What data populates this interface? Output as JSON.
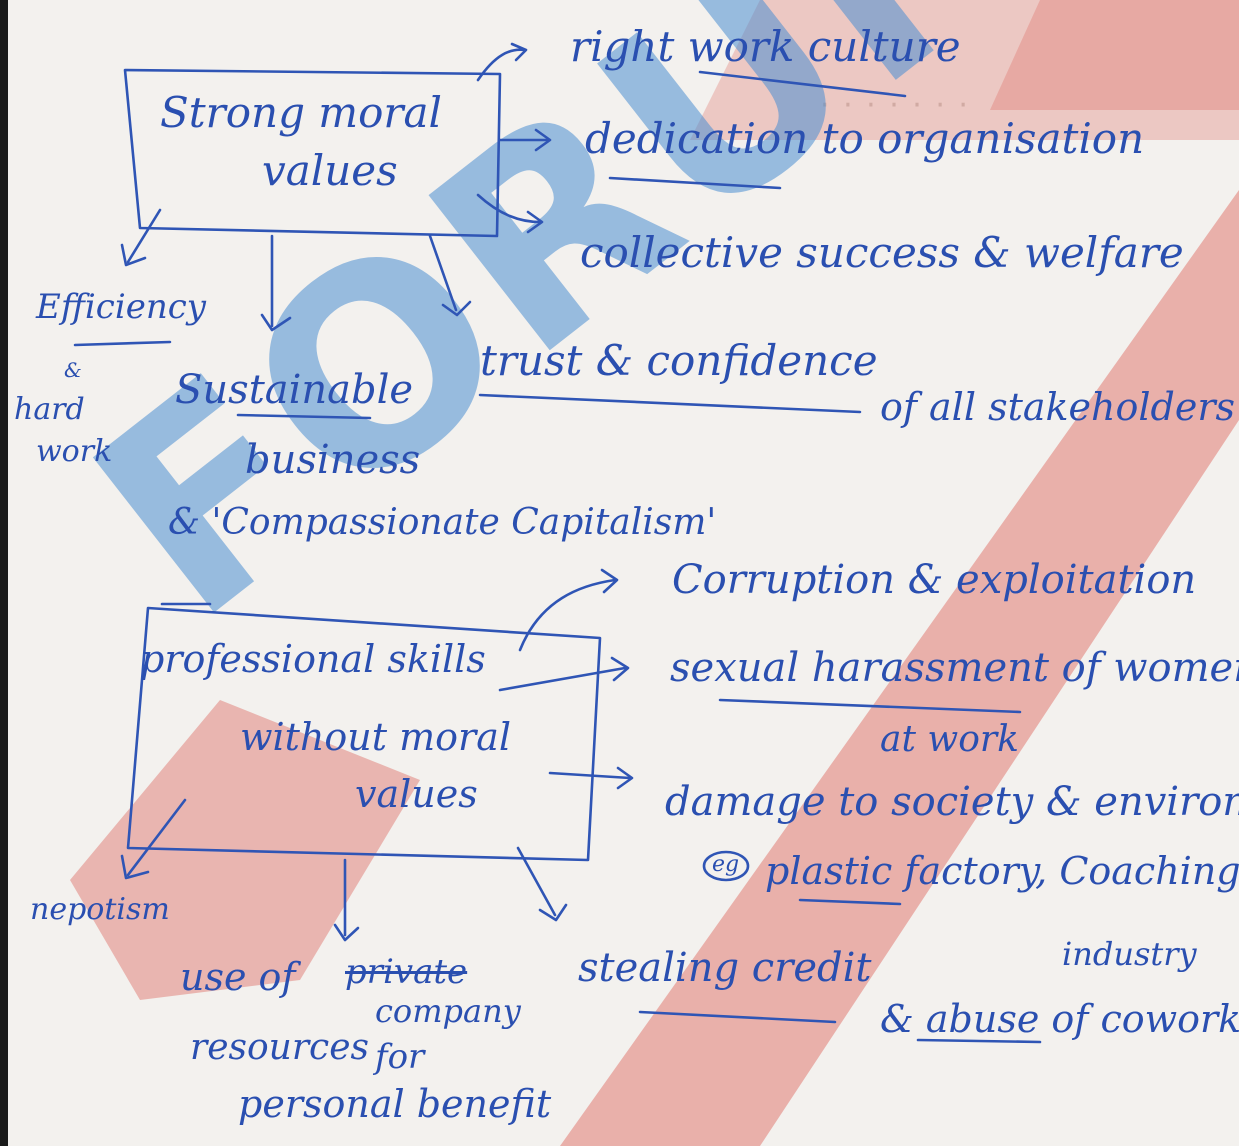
{
  "watermark": {
    "text": "FORUM IAS",
    "brand_red": "#e07a72",
    "brand_blue": "#4a8ed2"
  },
  "ink_color": "#2f55b5",
  "box1": {
    "line1": "Strong moral",
    "line2": "values"
  },
  "box1_right": [
    "right work culture",
    "dedication to organisation",
    "collective success & welfare"
  ],
  "box1_down": {
    "efficiency": "Efficiency",
    "amp": "&",
    "hard": "hard",
    "work": "work",
    "sustainable": "Sustainable",
    "business": "business",
    "compassionate": "& 'Compassionate Capitalism'",
    "trust": "trust & confidence",
    "trust_tail": "of all stakeholders"
  },
  "box2": {
    "line1": "professional skills",
    "line2": "without moral",
    "line3": "values"
  },
  "box2_right": {
    "corruption": "Corruption & exploitation",
    "harassment": "sexual harassment of women",
    "harassment2": "at work",
    "damage": "damage to society & environment",
    "eg": "eg",
    "example": "plastic factory, Coaching",
    "example2": "industry"
  },
  "box2_down": {
    "nepotism": "nepotism",
    "use_of": "use of",
    "struck": "private",
    "company": "company",
    "resources": "resources",
    "for": "for",
    "personal": "personal benefit",
    "stealing": "stealing credit",
    "abuse": "& abuse of coworkers"
  }
}
